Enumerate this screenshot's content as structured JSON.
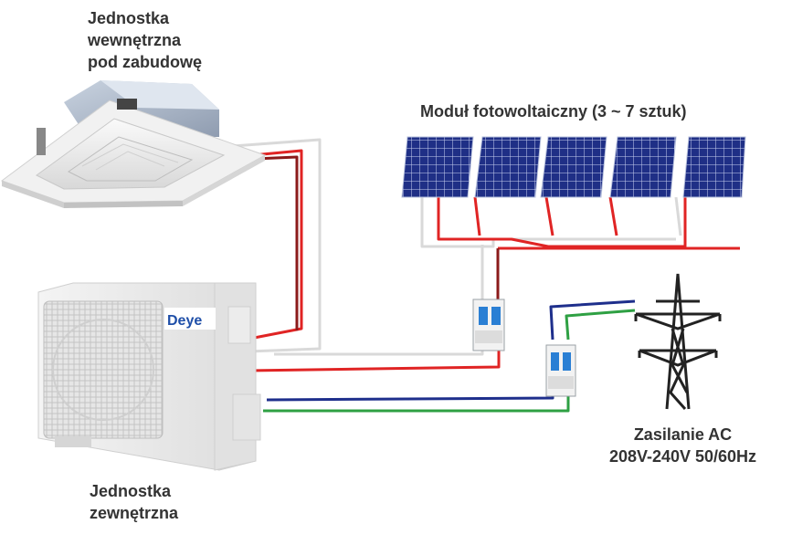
{
  "labels": {
    "indoor_unit": [
      "Jednostka",
      "wewnętrzna",
      "pod zabudowę"
    ],
    "pv_module": "Moduł fotowoltaiczny (3 ~ 7 sztuk)",
    "outdoor_unit": [
      "Jednostka",
      "zewnętrzna"
    ],
    "ac_supply": [
      "Zasilanie AC",
      "208V-240V 50/60Hz"
    ]
  },
  "brand": "Deye",
  "colors": {
    "positive": "#e02424",
    "negative": "#d9d9d9",
    "dark_red": "#8b1a1a",
    "live": "#1e2f8c",
    "earth": "#2ea043",
    "panel": "#1f2f86",
    "breaker": "#f2f2f2",
    "breaker_accent": "#2a7fd4"
  },
  "icons": [
    "cassette-indoor-unit-icon",
    "outdoor-unit-icon",
    "solar-panel-icon",
    "circuit-breaker-icon",
    "power-pylon-icon"
  ]
}
